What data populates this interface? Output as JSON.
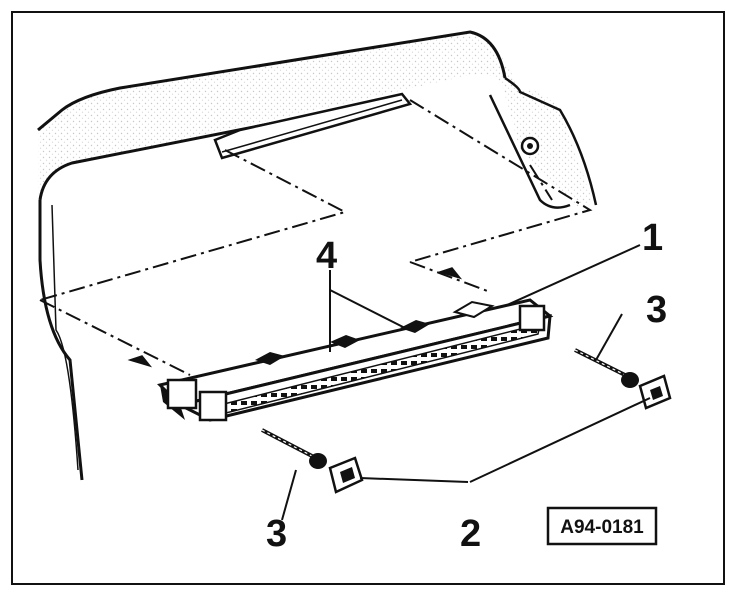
{
  "figure": {
    "callouts": {
      "c1": "1",
      "c2": "2",
      "c3_right": "3",
      "c3_left": "3",
      "c4": "4"
    },
    "reference_code": "A94-0181"
  },
  "colors": {
    "line": "#111111",
    "background": "#ffffff",
    "stipple": "#bdbdbd"
  }
}
